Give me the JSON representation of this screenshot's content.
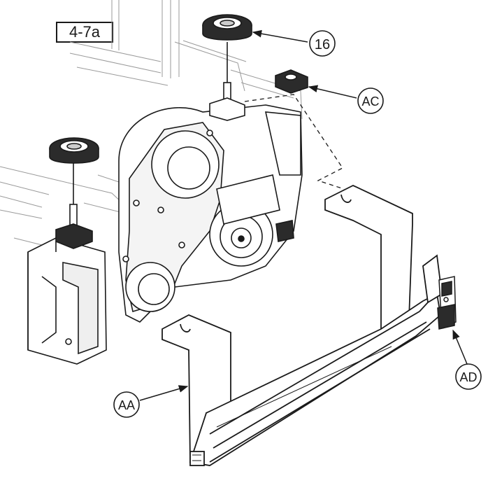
{
  "figure": {
    "label": "4-7a"
  },
  "callouts": [
    {
      "id": "16",
      "label": "16",
      "target": "knob"
    },
    {
      "id": "AC",
      "label": "AC",
      "target": "wing-nut"
    },
    {
      "id": "AD",
      "label": "AD",
      "target": "rear-latch"
    },
    {
      "id": "AA",
      "label": "AA",
      "target": "mounting-bracket"
    }
  ],
  "colors": {
    "line": "#1a1a1a",
    "light_line": "#9a9a9a",
    "shade": "#d9d9d9",
    "dark": "#2b2b2b",
    "background": "#ffffff"
  }
}
